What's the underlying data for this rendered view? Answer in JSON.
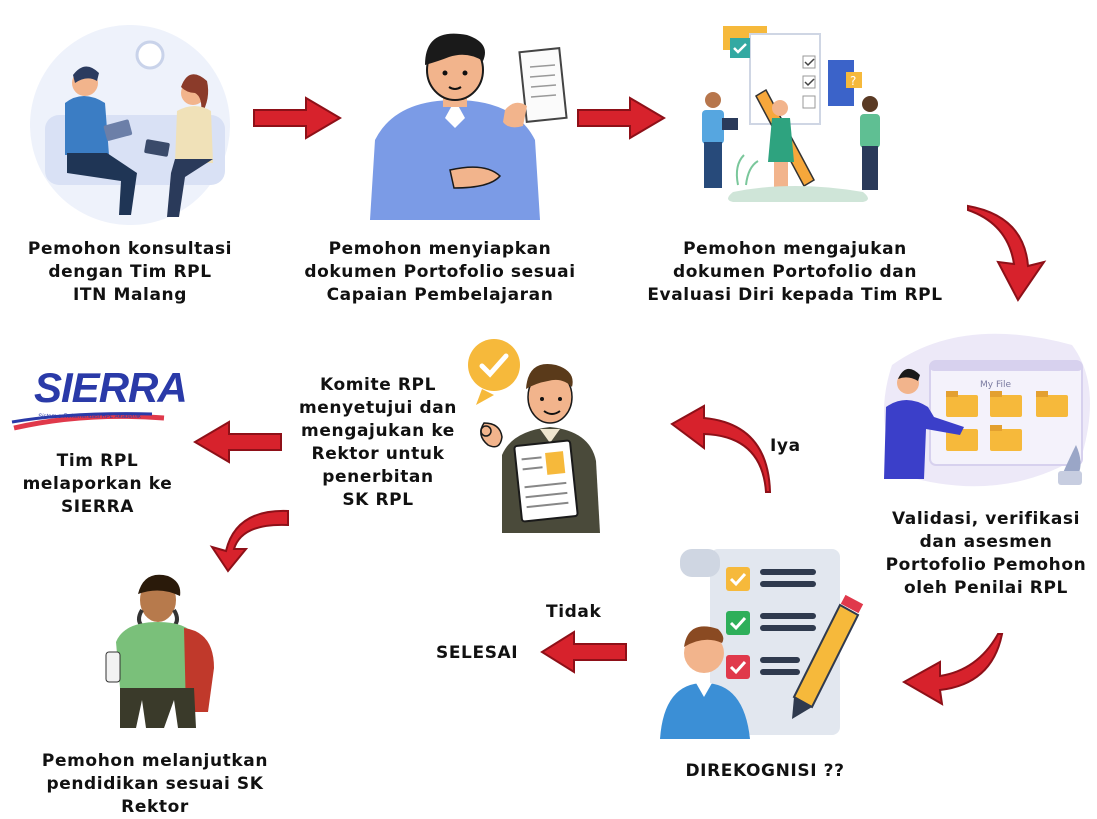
{
  "steps": [
    {
      "id": "consult",
      "lines": [
        "Pemohon konsultasi",
        "dengan Tim RPL",
        "ITN Malang"
      ]
    },
    {
      "id": "prepare",
      "lines": [
        "Pemohon menyiapkan",
        "dokumen Portofolio sesuai",
        "Capaian Pembelajaran"
      ]
    },
    {
      "id": "submit",
      "lines": [
        "Pemohon mengajukan",
        "dokumen Portofolio dan",
        "Evaluasi Diri kepada Tim RPL"
      ]
    },
    {
      "id": "validate",
      "lines": [
        "Validasi, verifikasi",
        "dan asesmen",
        "Portofolio Pemohon",
        "oleh Penilai RPL"
      ]
    },
    {
      "id": "recognized",
      "lines": [
        "DIREKOGNISI ??"
      ]
    },
    {
      "id": "committee",
      "lines": [
        "Komite RPL",
        "menyetujui dan",
        "mengajukan ke",
        "Rektor untuk",
        "penerbitan",
        "SK RPL"
      ]
    },
    {
      "id": "report",
      "lines": [
        "Tim RPL",
        "melaporkan ke",
        "SIERRA"
      ]
    },
    {
      "id": "continue",
      "lines": [
        "Pemohon melanjutkan",
        "pendidikan sesuai SK",
        "Rektor"
      ]
    }
  ],
  "branches": {
    "yes": "Iya",
    "no": "Tidak"
  },
  "end_label": "SELESAI",
  "logo": {
    "text": "SIERRA",
    "tagline": "Sistem e-Rekomendasi RPL Akademik"
  },
  "screen_title": "My File",
  "colors": {
    "arrow": "#d7222c",
    "arrow_dark": "#8e1018",
    "folder": "#f6b93b",
    "shirt": "#7b9be6",
    "check": "#2eaf5a"
  }
}
